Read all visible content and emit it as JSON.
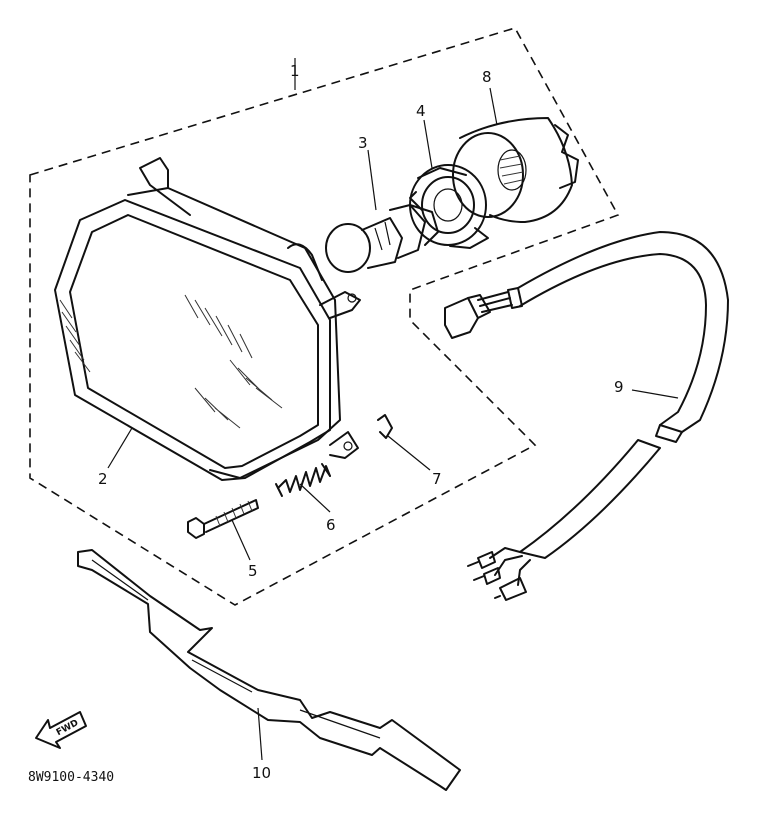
{
  "labels": {
    "part1": "1",
    "part2": "2",
    "part3": "3",
    "part4": "4",
    "part5": "5",
    "part6": "6",
    "part7": "7",
    "part8": "8",
    "part9": "9",
    "part10": "10"
  },
  "fwd_label": "FWD",
  "drawing_code": "8W9100-4340"
}
